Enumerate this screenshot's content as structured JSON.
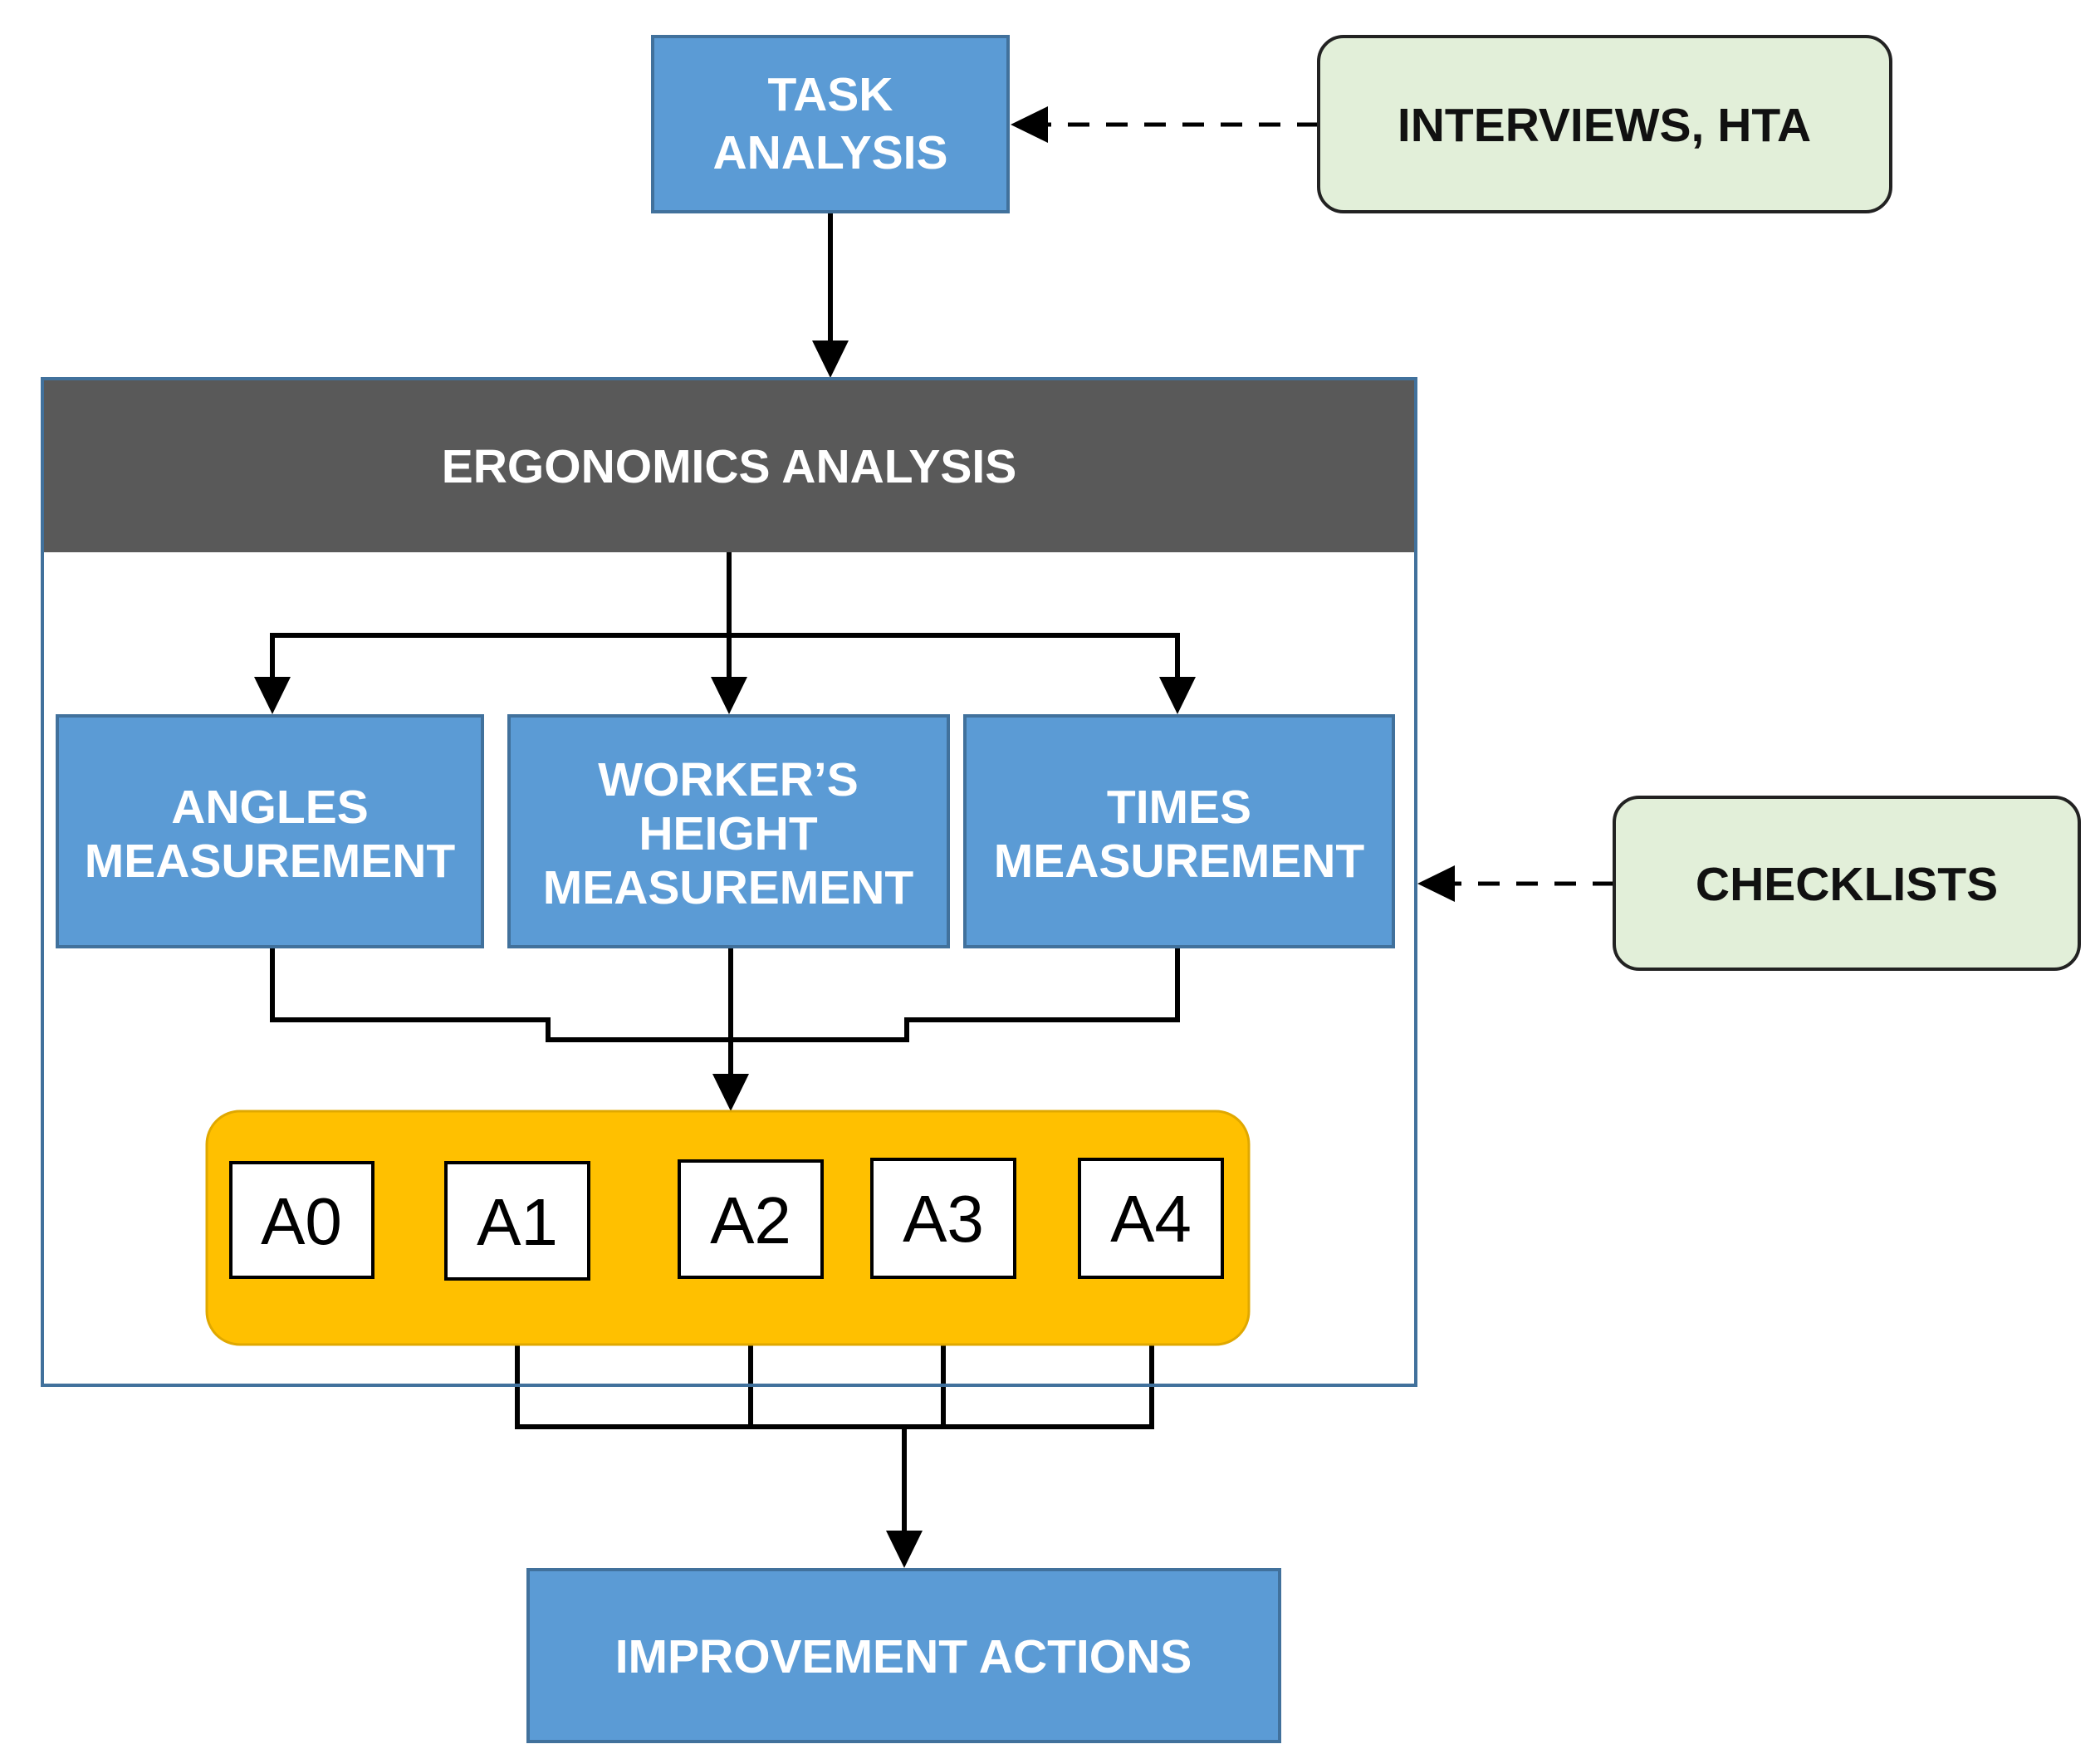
{
  "nodes": {
    "task_analysis": [
      "TASK",
      "ANALYSIS"
    ],
    "interviews": "INTERVIEWS, HTA",
    "ergonomics": "ERGONOMICS ANALYSIS",
    "angles": [
      "ANGLES",
      "MEASUREMENT"
    ],
    "height": [
      "WORKER’S",
      "HEIGHT",
      "MEASUREMENT"
    ],
    "times": [
      "TIMES",
      "MEASUREMENT"
    ],
    "checklists": "CHECKLISTS",
    "levels": [
      "A0",
      "A1",
      "A2",
      "A3",
      "A4"
    ],
    "improvement": "IMPROVEMENT ACTIONS"
  },
  "colors": {
    "process_box": "#5b9bd5",
    "process_border": "#41719c",
    "header_bar": "#595959",
    "input_box": "#e2efd9",
    "level_panel": "#ffc000",
    "connector": "#000000"
  }
}
